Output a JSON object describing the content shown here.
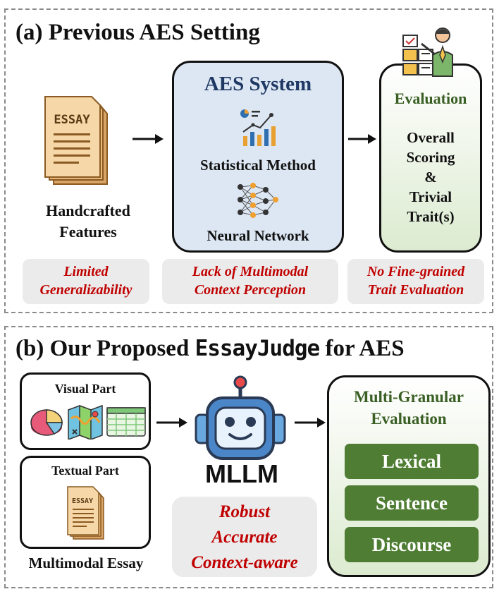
{
  "section_a": {
    "title": "(a) Previous AES Setting",
    "input": {
      "line1": "Handcrafted",
      "line2": "Features",
      "doc_label": "ESSAY"
    },
    "aes_system": {
      "title": "AES System",
      "method1": "Statistical Method",
      "method2": "Neural Network"
    },
    "evaluation": {
      "title": "Evaluation",
      "line1": "Overall",
      "line2": "Scoring",
      "line3": "&",
      "line4": "Trivial",
      "line5": "Trait(s)"
    },
    "limitations": [
      {
        "line1": "Limited",
        "line2": "Generalizability"
      },
      {
        "line1": "Lack of Multimodal",
        "line2": "Context Perception"
      },
      {
        "line1": "No Fine-grained",
        "line2": "Trait Evaluation"
      }
    ]
  },
  "section_b": {
    "title_prefix": "(b) Our Proposed ",
    "title_name": "EssayJudge",
    "title_suffix": " for AES",
    "visual_part": "Visual Part",
    "textual_part": "Textual Part",
    "doc_label": "ESSAY",
    "input_caption": "Multimodal Essay",
    "model": "MLLM",
    "strengths": [
      "Robust",
      "Accurate",
      "Context-aware"
    ],
    "evaluation": {
      "title_line1": "Multi-Granular",
      "title_line2": "Evaluation",
      "levels": [
        "Lexical",
        "Sentence",
        "Discourse"
      ]
    }
  },
  "colors": {
    "red": "#c00000",
    "green_dark": "#4e7d33",
    "green_text": "#3a5f24",
    "blue_box": "#dce7f3",
    "navy_text": "#1f3864",
    "green_box_top": "#ffffff",
    "green_box_bottom": "#dcebd0",
    "gray_box": "#ebebeb"
  }
}
